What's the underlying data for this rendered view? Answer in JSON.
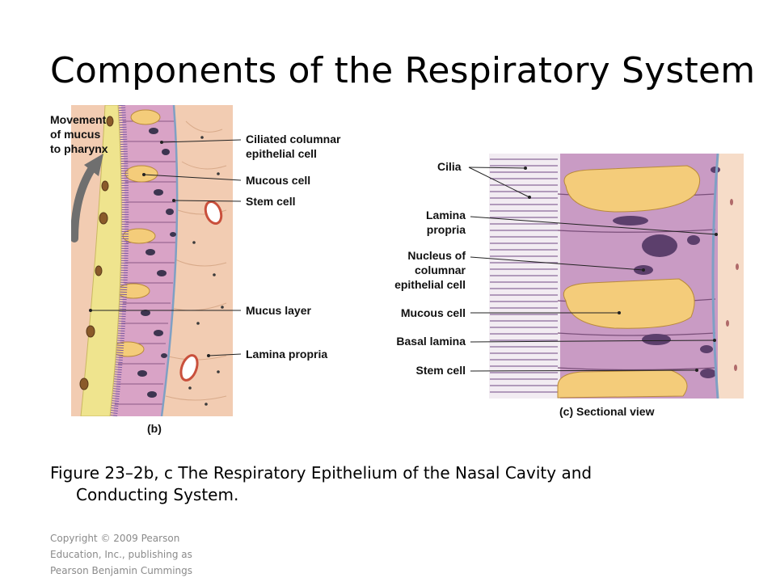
{
  "slide": {
    "title": "Components of the Respiratory System"
  },
  "figure_b": {
    "labels": {
      "movement_line1": "Movement",
      "movement_line2": "of mucus",
      "movement_line3": "to pharynx",
      "ciliated_line1": "Ciliated columnar",
      "ciliated_line2": "epithelial cell",
      "mucous_cell": "Mucous cell",
      "stem_cell": "Stem cell",
      "mucus_layer": "Mucus layer",
      "lamina_propria": "Lamina propria",
      "panel": "(b)"
    }
  },
  "figure_c": {
    "labels": {
      "cilia": "Cilia",
      "lamina_line1": "Lamina",
      "lamina_line2": "propria",
      "nucleus_line1": "Nucleus of",
      "nucleus_line2": "columnar",
      "nucleus_line3": "epithelial cell",
      "mucous_cell": "Mucous cell",
      "basal_lamina": "Basal lamina",
      "stem_cell": "Stem cell",
      "panel": "(c) Sectional view"
    }
  },
  "caption": {
    "line1": "Figure 23–2b, c The Respiratory Epithelium of the Nasal Cavity and",
    "line2": "Conducting System."
  },
  "copyright": {
    "line1": "Copyright © 2009 Pearson",
    "line2": "Education, Inc., publishing as",
    "line3": "Pearson Benjamin Cummings"
  },
  "colors": {
    "tissue": "#f2ccb2",
    "cell": "#c986b6",
    "nucleus": "#4a3a5a",
    "mucus": "#efe48e",
    "goblet": "#f4cc7a",
    "membrane": "#8aa8c8"
  }
}
